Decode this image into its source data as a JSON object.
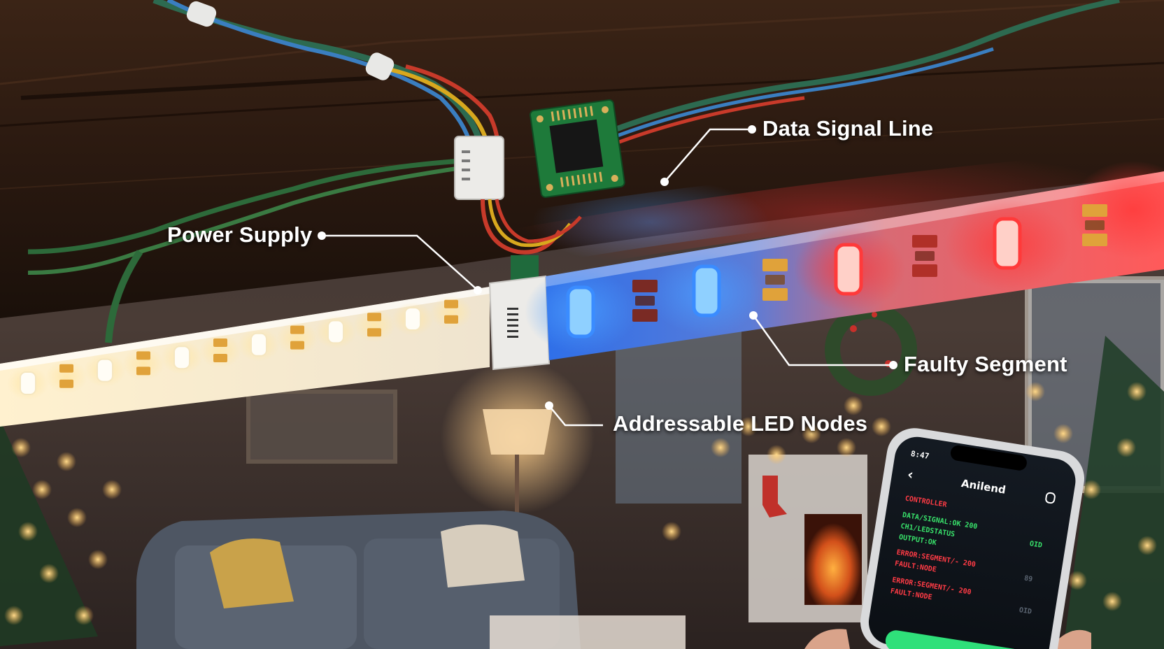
{
  "labels": {
    "data_signal_line": "Data Signal Line",
    "power_supply": "Power Supply",
    "faulty_segment": "Faulty Segment",
    "addressable_led_nodes": "Addressable LED Nodes"
  },
  "phone": {
    "status_time": "8:47",
    "app_title": "Anilend",
    "back_icon": "chevron-left-icon",
    "menu_icon": "circle-icon",
    "lines": [
      {
        "text": "CONTROLLER",
        "color": "#ff3b45"
      },
      {
        "text": "DATA/SIGNAL:OK  200",
        "color": "#38e06a"
      },
      {
        "text": "CH1/LEDSTATUS",
        "color": "#38e06a"
      },
      {
        "text": "OUTPUT:OK",
        "color": "#38e06a"
      },
      {
        "text": "ERROR:SEGMENT/- 200",
        "color": "#ff3b45"
      },
      {
        "text": "FAULT:NODE",
        "color": "#ff3b45"
      },
      {
        "text": "ERROR:SEGMENT/- 200",
        "color": "#ff3b45"
      },
      {
        "text": "FAULT:NODE",
        "color": "#ff3b45"
      }
    ],
    "side_values": [
      "OID",
      "89",
      "OID"
    ]
  },
  "colors": {
    "warm_white": "#fff3d6",
    "blue": "#3a8cff",
    "red": "#ff3a3a",
    "ok_green": "#38e06a",
    "error_red": "#ff3b45"
  }
}
